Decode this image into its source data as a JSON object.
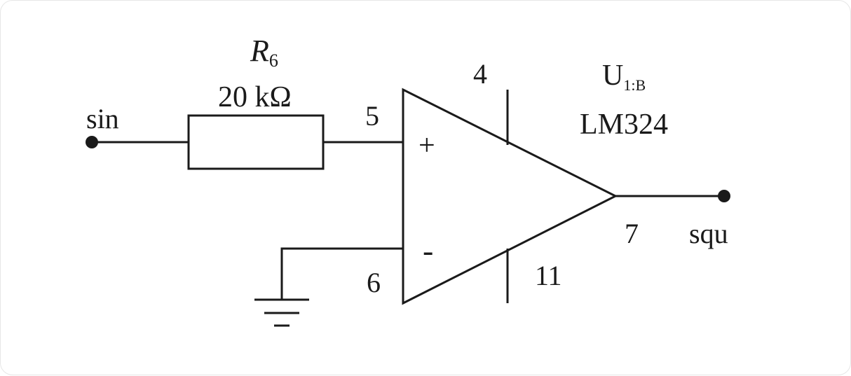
{
  "nets": {
    "input": "sin",
    "output": "squ"
  },
  "resistor": {
    "ref_letter": "R",
    "ref_sub": "6",
    "value": "20 kΩ"
  },
  "opamp": {
    "ref_letter": "U",
    "ref_sub": "1:B",
    "part": "LM324",
    "pin_noninverting": "5",
    "pin_inverting": "6",
    "pin_output": "7",
    "pin_vcc": "4",
    "pin_vee": "11",
    "plus_sign": "+",
    "minus_sign": "-"
  },
  "colors": {
    "ink": "#1a1a1a",
    "background": "#ffffff"
  }
}
